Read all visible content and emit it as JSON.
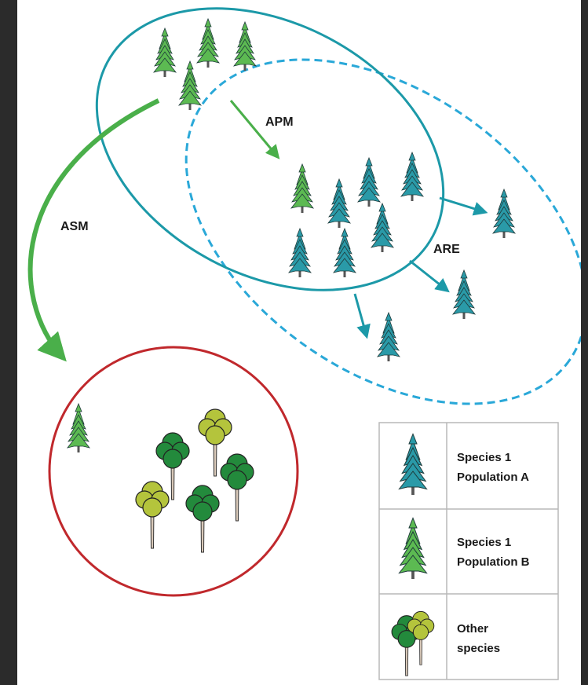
{
  "labels": {
    "apm": "APM",
    "asm": "ASM",
    "are": "ARE"
  },
  "legend": [
    {
      "line1": "Species 1",
      "line2": "Population A",
      "icon": "teal-conifer-icon"
    },
    {
      "line1": "Species 1",
      "line2": "Population B",
      "icon": "green-conifer-icon"
    },
    {
      "line1": "Other",
      "line2": "species",
      "icon": "deciduous-tree-icon"
    }
  ],
  "colors": {
    "teal": "#1c99a8",
    "teal_tree": "#2a9aa8",
    "green": "#4aaf4a",
    "green_tree": "#5cba52",
    "dashed_blue": "#2aa8d8",
    "red": "#c0282c",
    "dark_leaf": "#238a3c",
    "light_leaf": "#b4c43c"
  }
}
